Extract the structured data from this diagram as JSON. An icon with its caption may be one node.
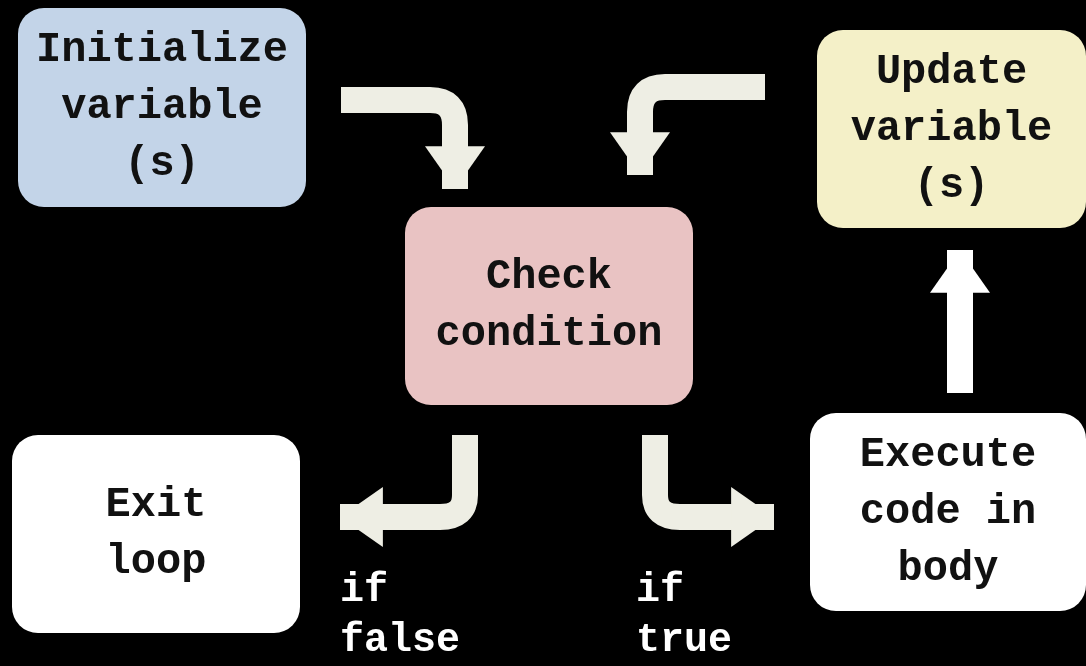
{
  "diagram": {
    "nodes": [
      {
        "text": [
          "Initialize variable (s)"
        ]
      },
      {
        "text": [
          "Update variable (s)"
        ]
      },
      {
        "text": [
          "Check condition"
        ]
      },
      {
        "text": [
          "Exit loop"
        ]
      },
      {
        "text": [
          "Execute code in body"
        ]
      }
    ],
    "edges": [
      {
        "from": 0,
        "to": 2,
        "arrow": "to"
      },
      {
        "from": 1,
        "to": 2,
        "arrow": "to"
      },
      {
        "from": 2,
        "to": 3,
        "arrow": "to",
        "label": "if false"
      },
      {
        "from": 2,
        "to": 4,
        "arrow": "to",
        "label": "if true"
      },
      {
        "from": 4,
        "to": 1,
        "arrow": "to",
        "color": "#ffffff"
      }
    ]
  }
}
